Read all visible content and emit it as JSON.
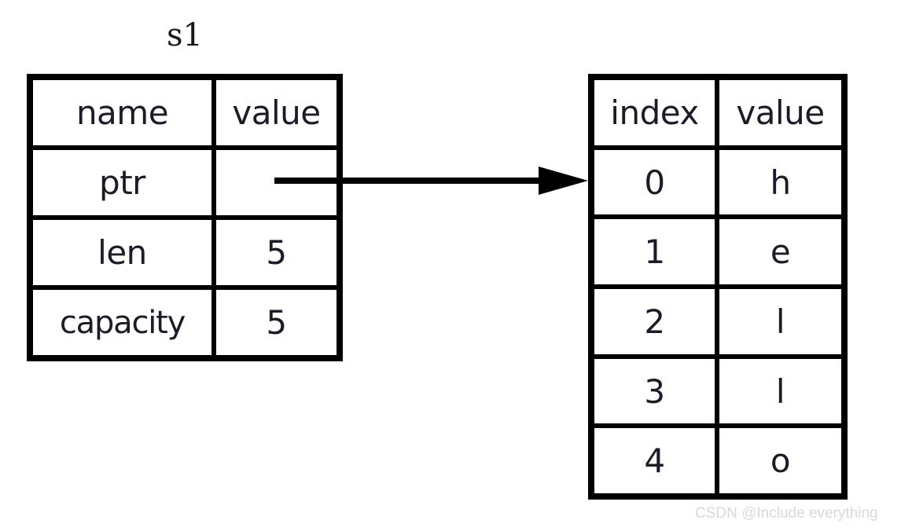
{
  "diagram": {
    "title": "s1",
    "watermark": "CSDN @Include everything",
    "stroke_color": "#000000",
    "text_color": "#1c1c28",
    "background_color": "#ffffff",
    "watermark_color": "#d9d9dd"
  },
  "struct_table": {
    "name": "s1",
    "headers": {
      "name": "name",
      "value": "value"
    },
    "rows": [
      {
        "name": "ptr",
        "value": ""
      },
      {
        "name": "len",
        "value": "5"
      },
      {
        "name": "capacity",
        "value": "5"
      }
    ]
  },
  "buffer_table": {
    "headers": {
      "index": "index",
      "value": "value"
    },
    "rows": [
      {
        "index": "0",
        "value": "h"
      },
      {
        "index": "1",
        "value": "e"
      },
      {
        "index": "2",
        "value": "l"
      },
      {
        "index": "3",
        "value": "l"
      },
      {
        "index": "4",
        "value": "o"
      }
    ]
  },
  "arrow": {
    "label": "",
    "from": "s1.ptr",
    "to": "buffer index 0"
  }
}
